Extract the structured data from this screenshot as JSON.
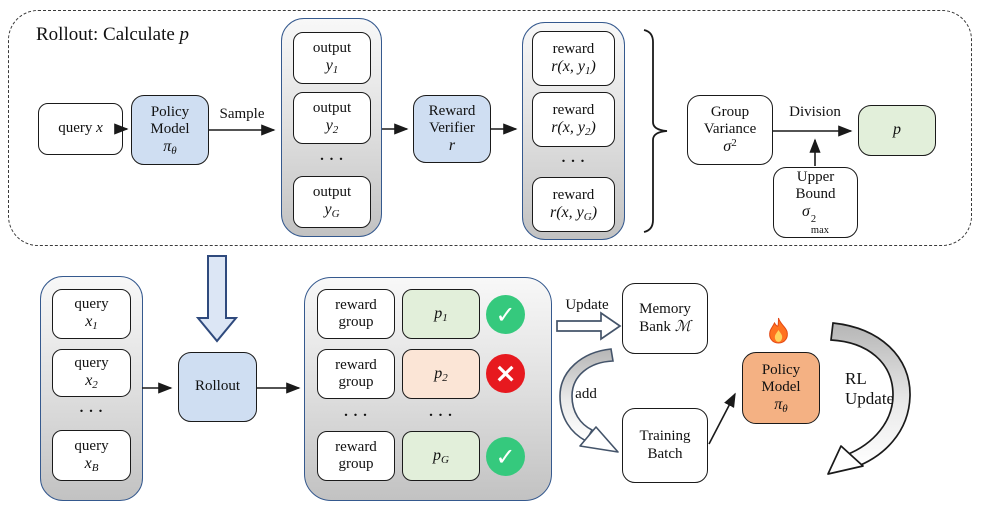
{
  "figure": {
    "type": "flowchart",
    "description_visible_only": true
  },
  "colors": {
    "box_blue": "#cfdef2",
    "box_green": "#e2efda",
    "box_peach": "#fbe5d6",
    "box_orange": "#f4b183",
    "container_border": "#35598e",
    "check_green": "#35c97d",
    "cross_red": "#e7191f",
    "outline_arrow": "#44546a"
  },
  "icons": {
    "fire": "fire-icon",
    "pass": "check-icon",
    "fail": "cross-icon"
  },
  "top": {
    "title_text": "Rollout: Calculate",
    "title_math": "p",
    "query": {
      "label": "query",
      "sym": "x"
    },
    "policy_model": {
      "line1": "Policy",
      "line2": "Model",
      "sym": "π",
      "sub": "θ"
    },
    "sample_label": "Sample",
    "outputs": {
      "dots": ". . .",
      "items": [
        {
          "label": "output",
          "sym": "y",
          "sub": "1"
        },
        {
          "label": "output",
          "sym": "y",
          "sub": "2"
        },
        {
          "label": "output",
          "sym": "y",
          "sub": "G"
        }
      ]
    },
    "reward_verifier": {
      "line1": "Reward",
      "line2": "Verifier",
      "sym": "r"
    },
    "rewards": {
      "dots": ". . .",
      "items": [
        {
          "label": "reward",
          "pre": "r(x, y",
          "sub": "1",
          "post": ")"
        },
        {
          "label": "reward",
          "pre": "r(x, y",
          "sub": "2",
          "post": ")"
        },
        {
          "label": "reward",
          "pre": "r(x, y",
          "sub": "G",
          "post": ")"
        }
      ]
    },
    "group_variance": {
      "line1": "Group",
      "line2": "Variance",
      "sym": "σ",
      "sup": "2"
    },
    "division_label": "Division",
    "p_box": {
      "sym": "p"
    },
    "upper_bound": {
      "line1": "Upper",
      "line2": "Bound",
      "sym": "σ",
      "sup": "2",
      "sub": "max"
    }
  },
  "bottom": {
    "queries": {
      "dots": ". . .",
      "items": [
        {
          "label": "query",
          "sym": "x",
          "sub": "1"
        },
        {
          "label": "query",
          "sym": "x",
          "sub": "2"
        },
        {
          "label": "query",
          "sym": "x",
          "sub": "B"
        }
      ]
    },
    "rollout_label": "Rollout",
    "reward_groups": {
      "dots_left": ". . .",
      "dots_right": ". . .",
      "rows": [
        {
          "line1": "reward",
          "line2": "group",
          "p_sym": "p",
          "p_sub": "1",
          "status": "pass",
          "status_glyph": "✓"
        },
        {
          "line1": "reward",
          "line2": "group",
          "p_sym": "p",
          "p_sub": "2",
          "status": "fail",
          "status_glyph": "×"
        },
        {
          "line1": "reward",
          "line2": "group",
          "p_sym": "p",
          "p_sub": "G",
          "status": "pass",
          "status_glyph": "✓"
        }
      ]
    },
    "update_label": "Update",
    "add_label": "add",
    "memory_bank": {
      "line1": "Memory",
      "line2": "Bank",
      "sym": "ℳ"
    },
    "training_batch": {
      "line1": "Training",
      "line2": "Batch"
    },
    "policy_model": {
      "line1": "Policy",
      "line2": "Model",
      "sym": "π",
      "sub": "θ"
    },
    "rl_update": {
      "line1": "RL",
      "line2": "Update"
    }
  }
}
